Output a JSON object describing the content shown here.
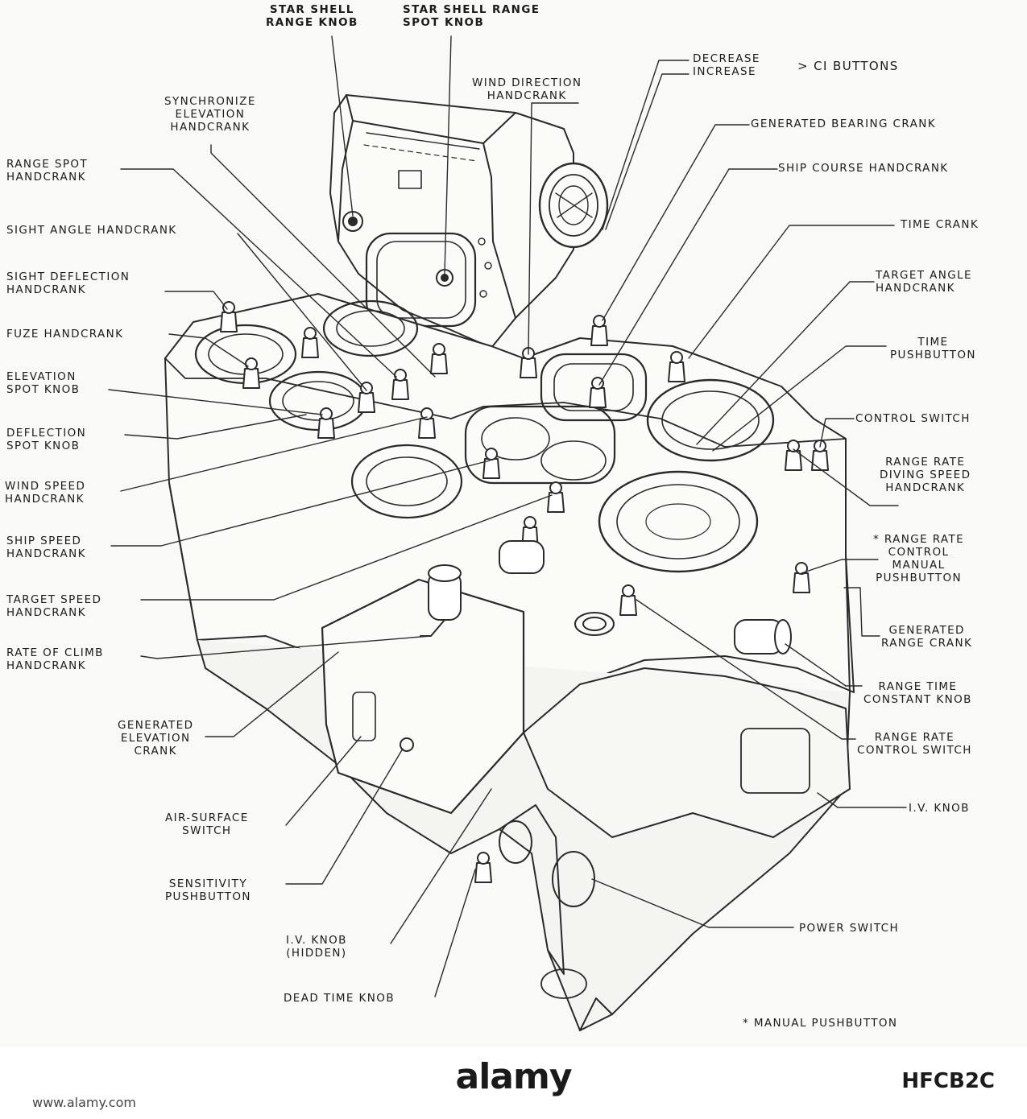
{
  "labels": {
    "star_shell_range_knob": "STAR SHELL\nRANGE KNOB",
    "star_shell_range_spot_knob": "STAR SHELL RANGE\nSPOT KNOB",
    "decrease_increase": "DECREASE\nINCREASE",
    "ci_buttons": "> CI BUTTONS",
    "wind_direction_handcrank": "WIND DIRECTION\nHANDCRANK",
    "synchronize_elevation_handcrank": "SYNCHRONIZE\nELEVATION\nHANDCRANK",
    "generated_bearing_crank": "GENERATED BEARING CRANK",
    "range_spot_handcrank": "RANGE SPOT\nHANDCRANK",
    "ship_course_handcrank": "SHIP COURSE HANDCRANK",
    "sight_angle_handcrank": "SIGHT ANGLE HANDCRANK",
    "time_crank": "TIME CRANK",
    "sight_deflection_handcrank": "SIGHT DEFLECTION\nHANDCRANK",
    "target_angle_handcrank": "TARGET ANGLE\nHANDCRANK",
    "fuze_handcrank": "FUZE HANDCRANK",
    "time_pushbutton": "TIME\nPUSHBUTTON",
    "elevation_spot_knob": "ELEVATION\nSPOT KNOB",
    "deflection_spot_knob": "DEFLECTION\nSPOT KNOB",
    "control_switch": "CONTROL SWITCH",
    "wind_speed_handcrank": "WIND SPEED\nHANDCRANK",
    "range_rate_diving_speed_handcrank": "RANGE RATE\nDIVING SPEED\nHANDCRANK",
    "ship_speed_handcrank": "SHIP SPEED\nHANDCRANK",
    "range_rate_control_manual_pushbutton": "* RANGE RATE\nCONTROL\nMANUAL\nPUSHBUTTON",
    "target_speed_handcrank": "TARGET SPEED\nHANDCRANK",
    "generated_range_crank": "GENERATED\nRANGE CRANK",
    "rate_of_climb_handcrank": "RATE OF CLIMB\nHANDCRANK",
    "range_time_constant_knob": "RANGE TIME\nCONSTANT KNOB",
    "generated_elevation_crank": "GENERATED\nELEVATION\nCRANK",
    "range_rate_control_switch": "RANGE RATE\nCONTROL SWITCH",
    "iv_knob": "I.V. KNOB",
    "air_surface_switch": "AIR-SURFACE\nSWITCH",
    "sensitivity_pushbutton": "SENSITIVITY\nPUSHBUTTON",
    "iv_knob_hidden": "I.V. KNOB\n(HIDDEN)",
    "power_switch": "POWER SWITCH",
    "dead_time_knob": "DEAD TIME KNOB",
    "manual_pushbutton_note": "* MANUAL PUSHBUTTON"
  },
  "footer": {
    "watermark": "alamy",
    "stock_id": "HFCB2C",
    "url": "www.alamy.com"
  }
}
